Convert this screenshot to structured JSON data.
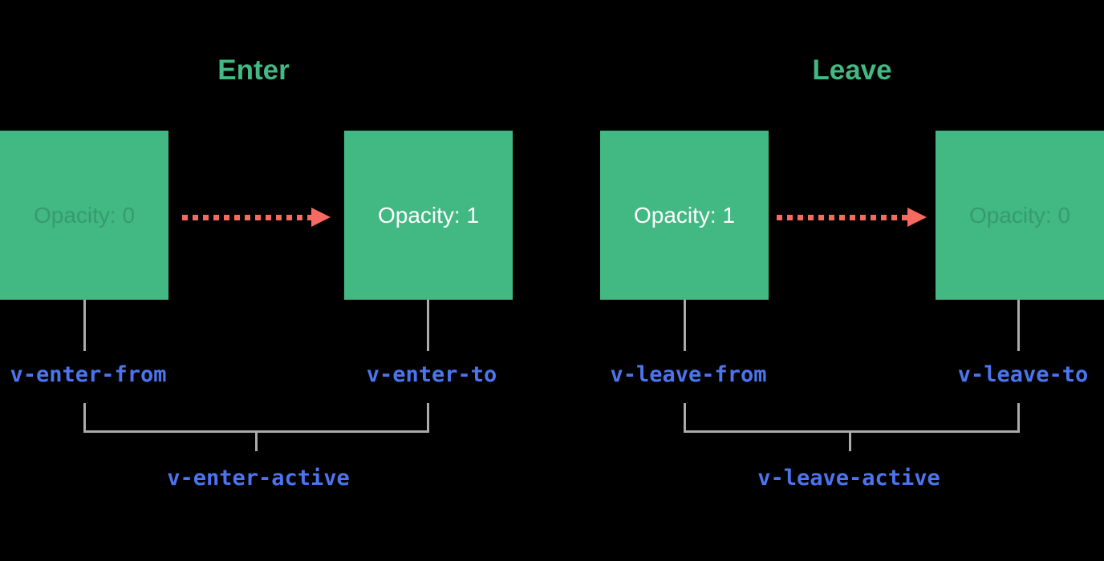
{
  "colors": {
    "bg": "#000000",
    "green": "#42b883",
    "red": "#f8695f",
    "blue": "#4b74ee",
    "gray": "#ababab"
  },
  "enter": {
    "heading": "Enter",
    "from_box": {
      "label": "Opacity: 0"
    },
    "to_box": {
      "label": "Opacity: 1"
    },
    "from_class": "v-enter-from",
    "to_class": "v-enter-to",
    "active_class": "v-enter-active"
  },
  "leave": {
    "heading": "Leave",
    "from_box": {
      "label": "Opacity: 1"
    },
    "to_box": {
      "label": "Opacity: 0"
    },
    "from_class": "v-leave-from",
    "to_class": "v-leave-to",
    "active_class": "v-leave-active"
  }
}
